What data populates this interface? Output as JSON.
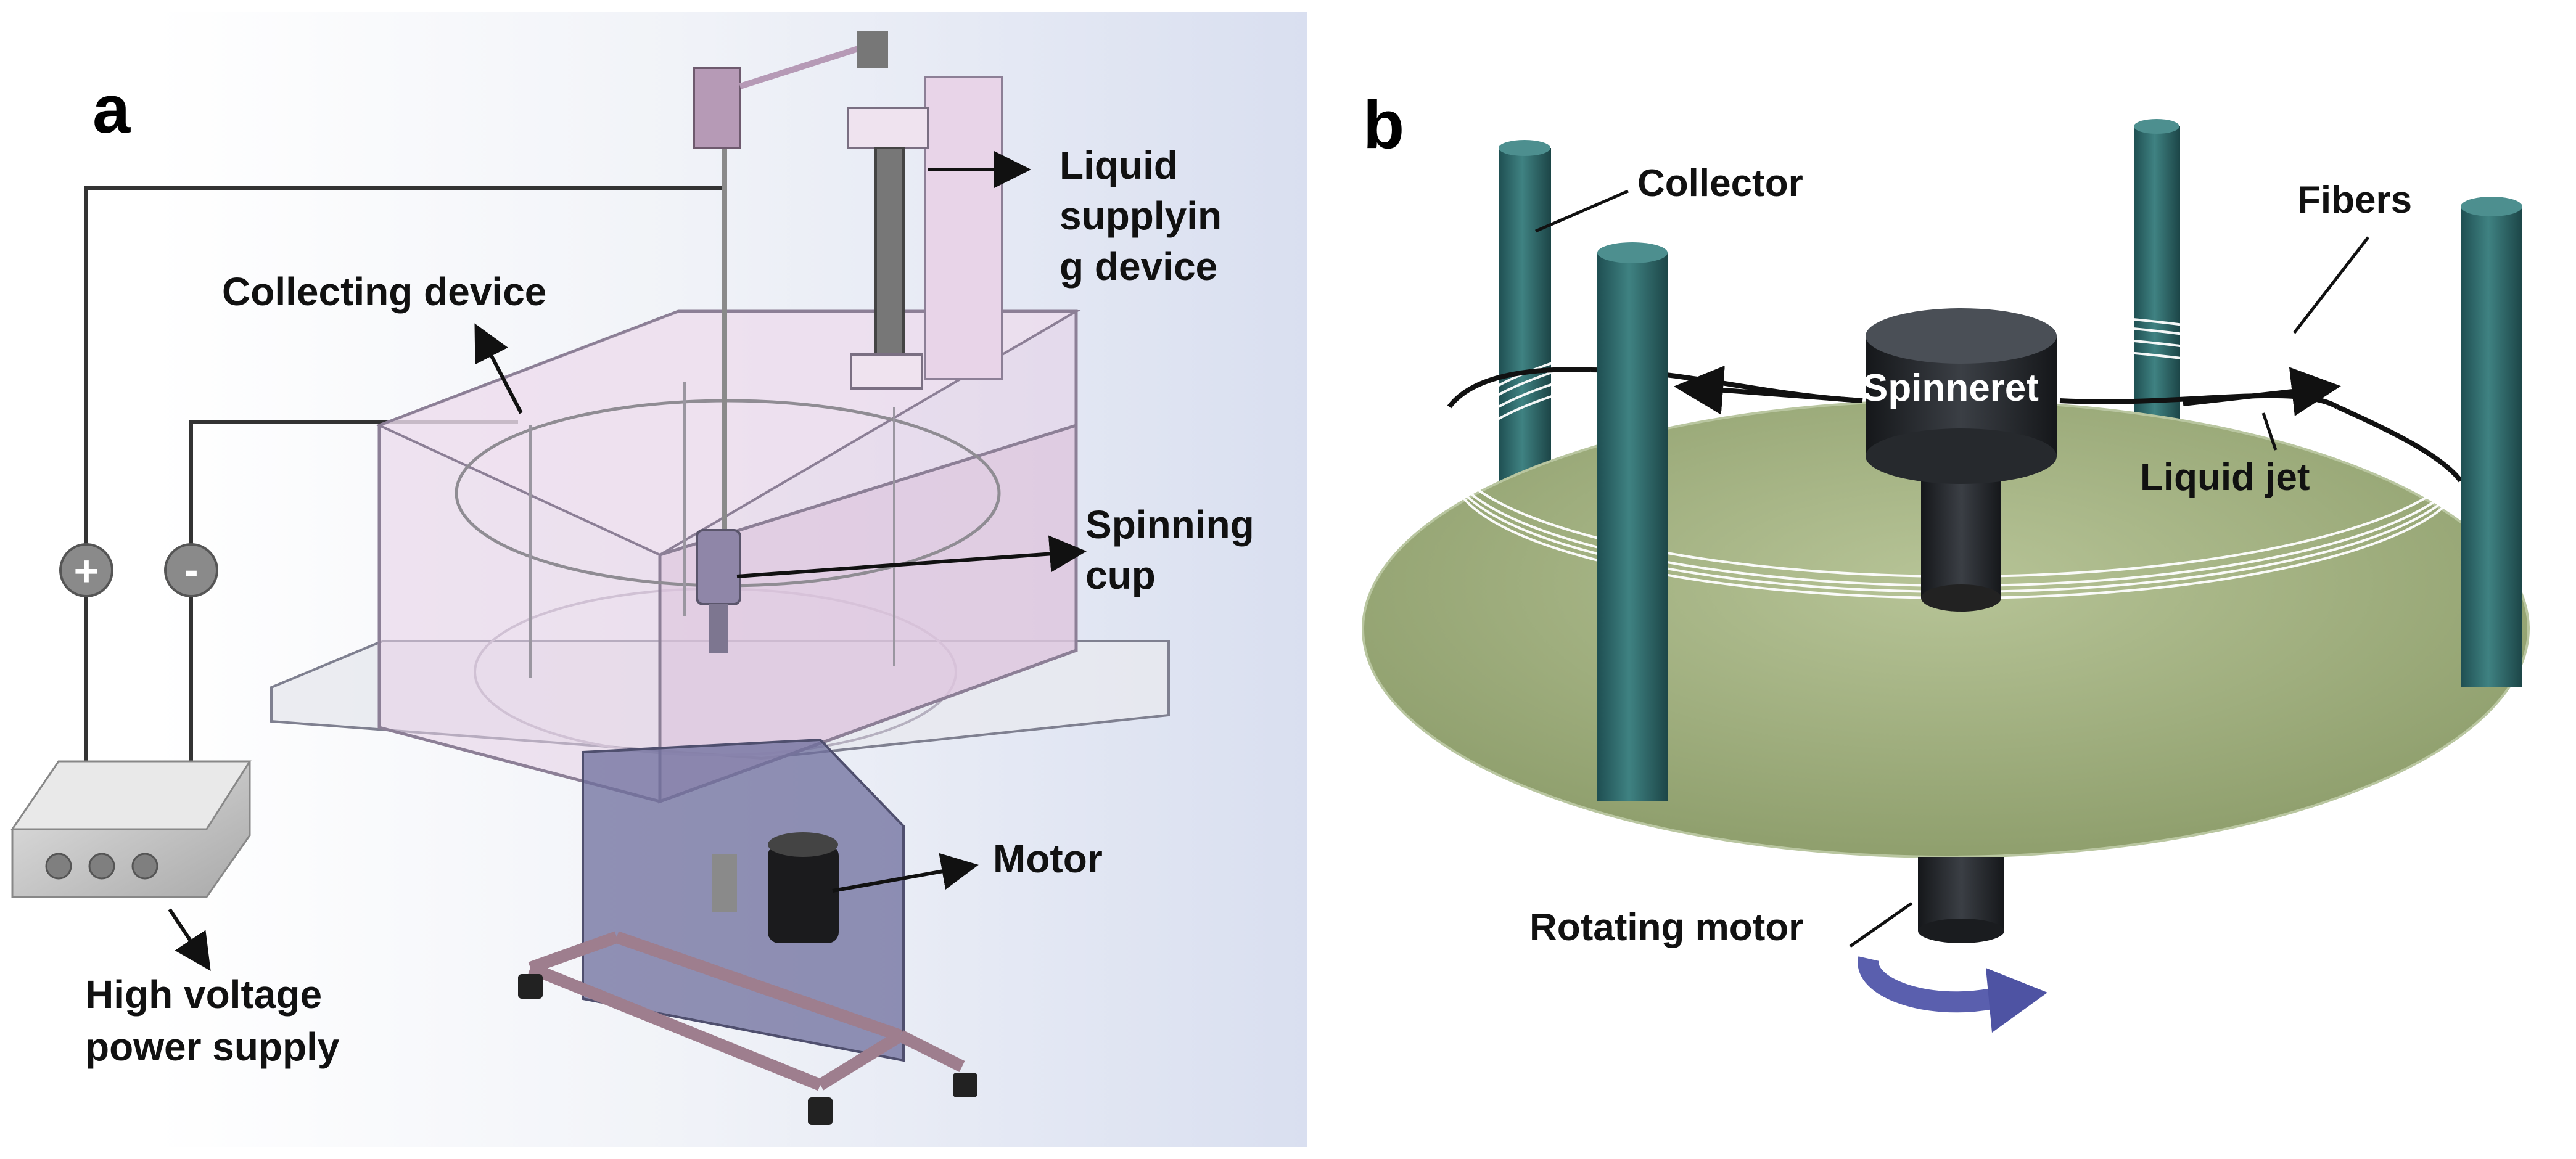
{
  "panels": {
    "a": {
      "letter": "a",
      "labels": {
        "liquid_supply_1": "Liquid",
        "liquid_supply_2": "supplyin",
        "liquid_supply_3": "g device",
        "collecting_device": "Collecting device",
        "spinning_cup_1": "Spinning",
        "spinning_cup_2": "cup",
        "motor": "Motor",
        "hv_1": "High voltage",
        "hv_2": "power supply",
        "plus": "+",
        "minus": "-"
      }
    },
    "b": {
      "letter": "b",
      "labels": {
        "collector": "Collector",
        "fibers": "Fibers",
        "spinneret": "Spinneret",
        "liquid_jet": "Liquid jet",
        "rotating_motor": "Rotating motor"
      }
    }
  },
  "colors": {
    "chamber": "#e6cfe6",
    "chamber_edge": "#9a8aa0",
    "post": "#2f6a6a",
    "platform": "#9fae7e",
    "spinneret": "#2a2d31",
    "rotation_arrow": "#5a5fae"
  }
}
